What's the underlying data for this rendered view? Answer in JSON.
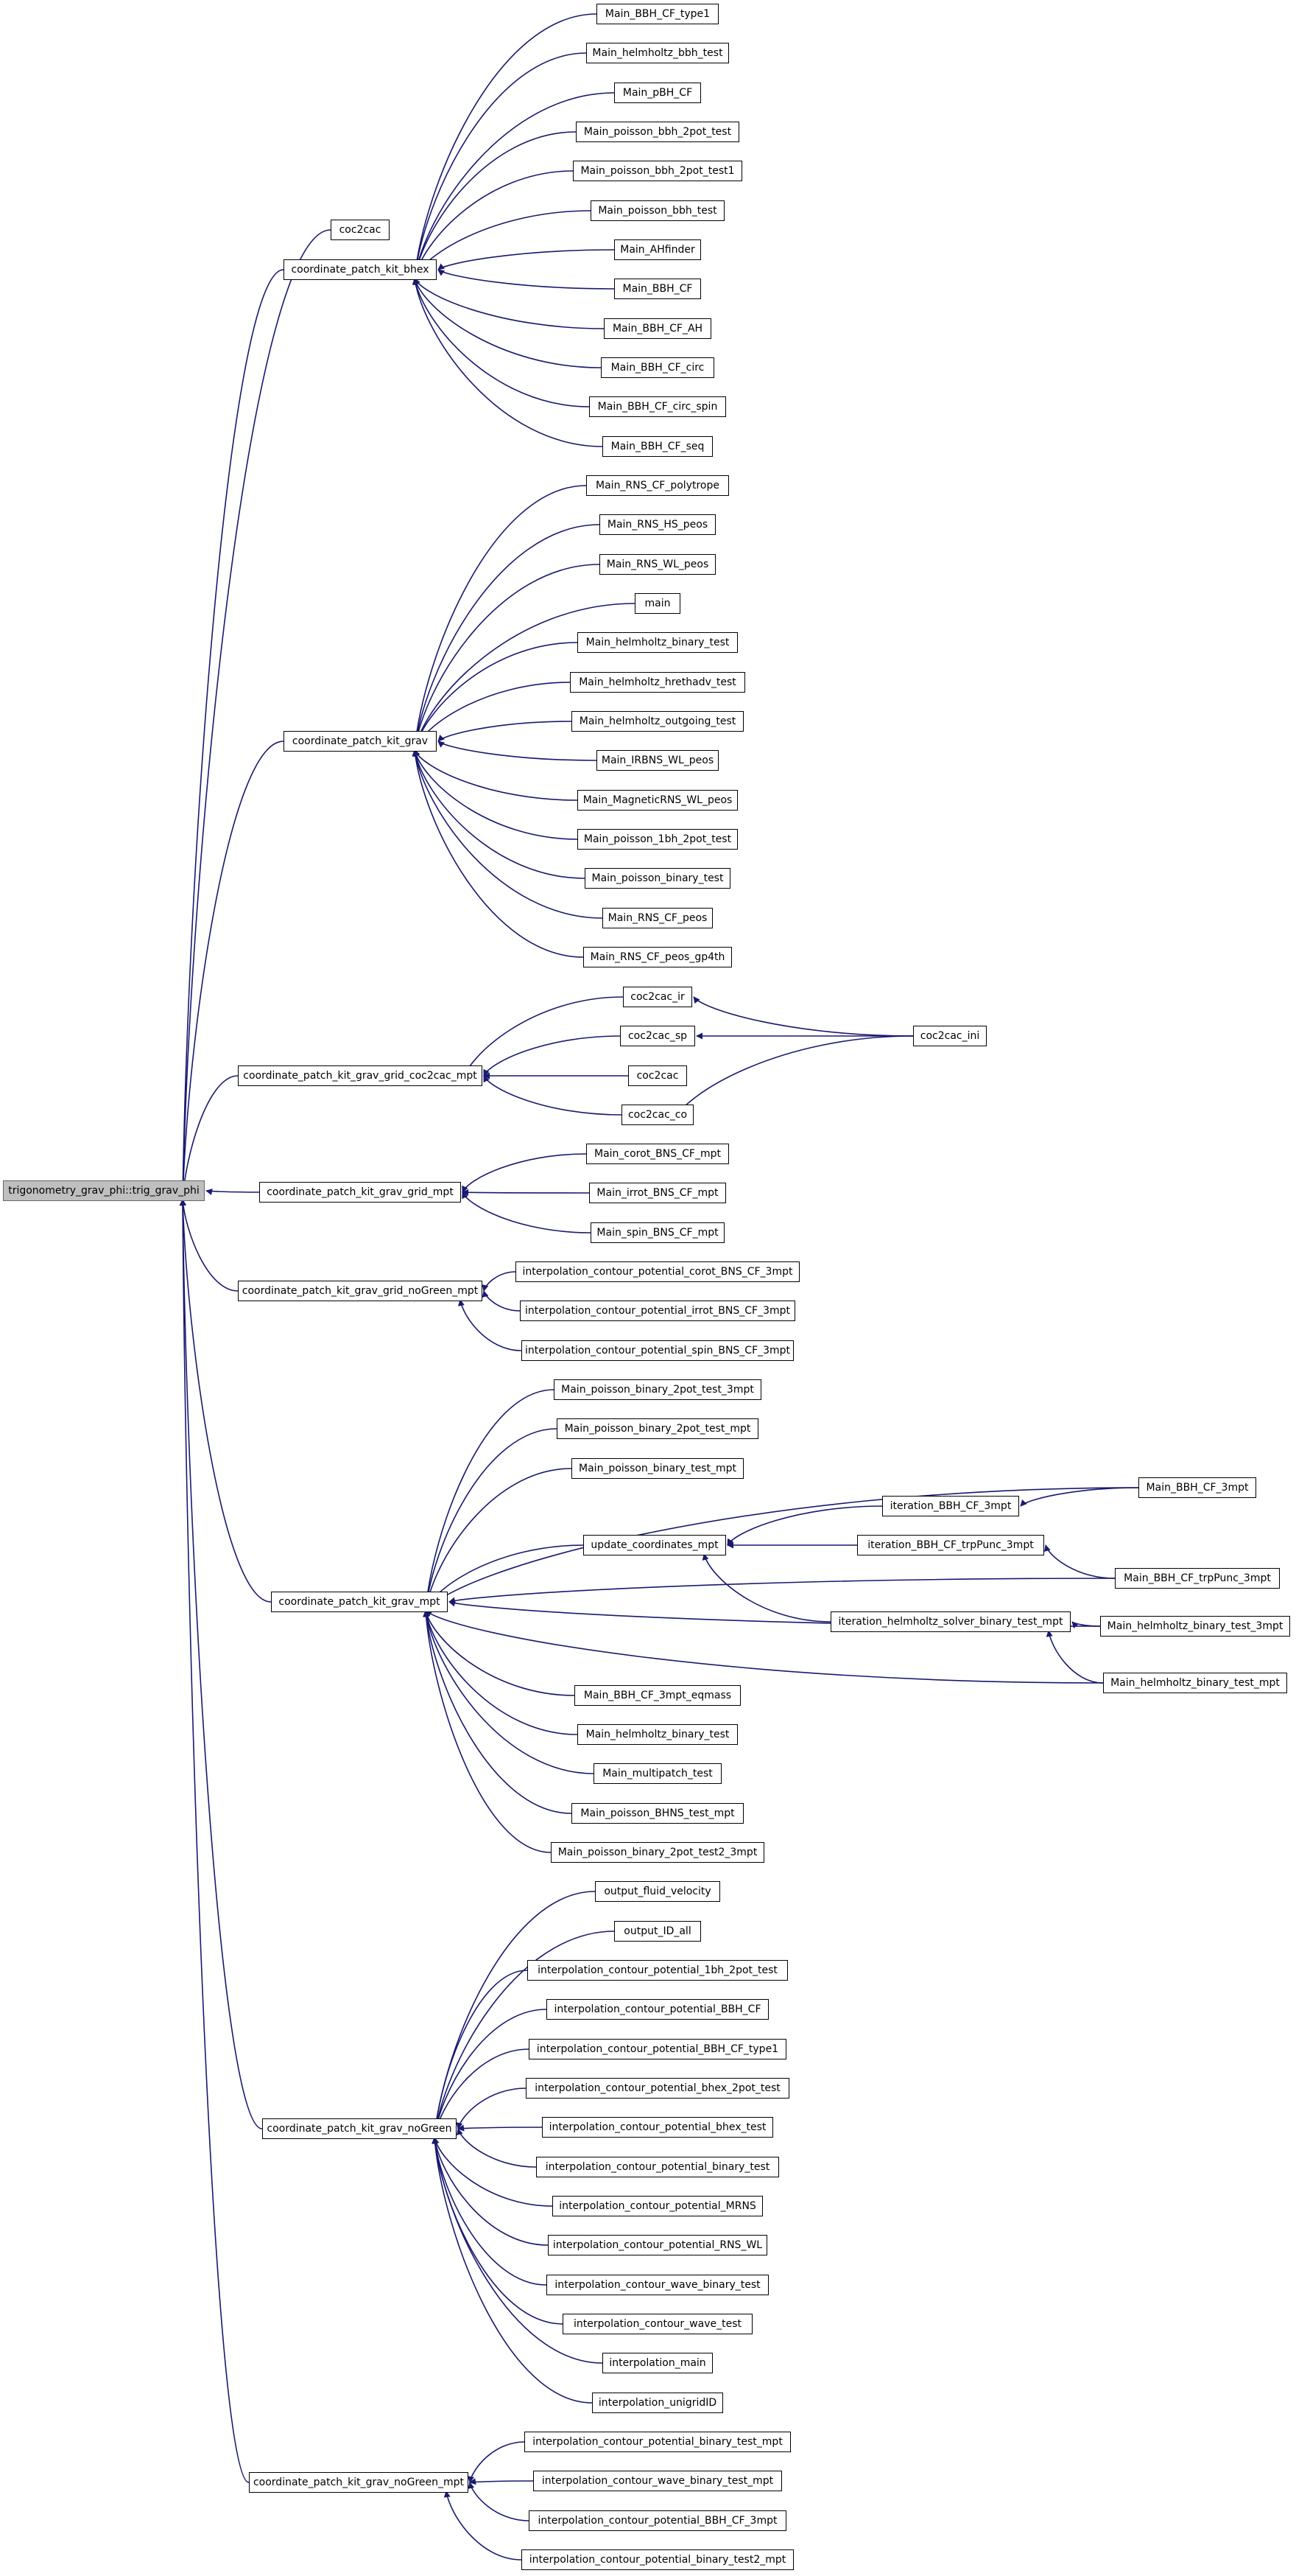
{
  "colors": {
    "edge": "#191970",
    "root_fill": "#bfbfbf",
    "node_fill": "#ffffff"
  },
  "nodes": {
    "root": "trigonometry_grav_phi::trig_grav_phi",
    "coc2cac_top": "coc2cac",
    "cpk_bhex": "coordinate_patch_kit_bhex",
    "bhex_type1": "Main_BBH_CF_type1",
    "bhex_helm_bbh": "Main_helmholtz_bbh_test",
    "bhex_pBH": "Main_pBH_CF",
    "bhex_poisson_2pot": "Main_poisson_bbh_2pot_test",
    "bhex_poisson_2pot1": "Main_poisson_bbh_2pot_test1",
    "bhex_poisson_bbh": "Main_poisson_bbh_test",
    "bhex_ahfinder": "Main_AHfinder",
    "bhex_bbh_cf": "Main_BBH_CF",
    "bhex_bbh_ah": "Main_BBH_CF_AH",
    "bhex_bbh_circ": "Main_BBH_CF_circ",
    "bhex_bbh_circ_spin": "Main_BBH_CF_circ_spin",
    "bhex_bbh_seq": "Main_BBH_CF_seq",
    "cpk_grav": "coordinate_patch_kit_grav",
    "grav_rns_poly": "Main_RNS_CF_polytrope",
    "grav_rns_hs": "Main_RNS_HS_peos",
    "grav_rns_wl": "Main_RNS_WL_peos",
    "grav_main": "main",
    "grav_helm_binary": "Main_helmholtz_binary_test",
    "grav_helm_hrethadv": "Main_helmholtz_hrethadv_test",
    "grav_helm_outgoing": "Main_helmholtz_outgoing_test",
    "grav_irbns": "Main_IRBNS_WL_peos",
    "grav_magnetic": "Main_MagneticRNS_WL_peos",
    "grav_poisson_1bh": "Main_poisson_1bh_2pot_test",
    "grav_poisson_binary": "Main_poisson_binary_test",
    "grav_rns_peos": "Main_RNS_CF_peos",
    "grav_rns_gp4th": "Main_RNS_CF_peos_gp4th",
    "cpk_coc2cac": "coordinate_patch_kit_grav_grid_coc2cac_mpt",
    "coc_ir": "coc2cac_ir",
    "coc_sp": "coc2cac_sp",
    "coc_plain": "coc2cac",
    "coc_co": "coc2cac_co",
    "coc_ini": "coc2cac_ini",
    "cpk_grid": "coordinate_patch_kit_grav_grid_mpt",
    "grid_corot": "Main_corot_BNS_CF_mpt",
    "grid_irrot": "Main_irrot_BNS_CF_mpt",
    "grid_spin": "Main_spin_BNS_CF_mpt",
    "cpk_grid_ng": "coordinate_patch_kit_grav_grid_noGreen_mpt",
    "gng_corot": "interpolation_contour_potential_corot_BNS_CF_3mpt",
    "gng_irrot": "interpolation_contour_potential_irrot_BNS_CF_3mpt",
    "gng_spin": "interpolation_contour_potential_spin_BNS_CF_3mpt",
    "cpk_mpt": "coordinate_patch_kit_grav_mpt",
    "mpt_p2pot3": "Main_poisson_binary_2pot_test_3mpt",
    "mpt_p2potm": "Main_poisson_binary_2pot_test_mpt",
    "mpt_pbm": "Main_poisson_binary_test_mpt",
    "mpt_bbh3": "Main_BBH_CF_3mpt",
    "mpt_update": "update_coordinates_mpt",
    "mpt_iter3": "iteration_BBH_CF_3mpt",
    "mpt_iter_trp": "iteration_BBH_CF_trpPunc_3mpt",
    "mpt_bbh_trp": "Main_BBH_CF_trpPunc_3mpt",
    "mpt_iter_helm": "iteration_helmholtz_solver_binary_test_mpt",
    "mpt_helm3": "Main_helmholtz_binary_test_3mpt",
    "mpt_helmm": "Main_helmholtz_binary_test_mpt",
    "mpt_eqmass": "Main_BBH_CF_3mpt_eqmass",
    "mpt_helm_binary": "Main_helmholtz_binary_test",
    "mpt_multipatch": "Main_multipatch_test",
    "mpt_bhns": "Main_poisson_BHNS_test_mpt",
    "mpt_p2pot2_3": "Main_poisson_binary_2pot_test2_3mpt",
    "cpk_ng": "coordinate_patch_kit_grav_noGreen",
    "ng_fluid": "output_fluid_velocity",
    "ng_idall": "output_ID_all",
    "ng_1bh": "interpolation_contour_potential_1bh_2pot_test",
    "ng_bbhcf": "interpolation_contour_potential_BBH_CF",
    "ng_bbhcf1": "interpolation_contour_potential_BBH_CF_type1",
    "ng_bhex2pot": "interpolation_contour_potential_bhex_2pot_test",
    "ng_bhex": "interpolation_contour_potential_bhex_test",
    "ng_binary": "interpolation_contour_potential_binary_test",
    "ng_mrns": "interpolation_contour_potential_MRNS",
    "ng_rnswl": "interpolation_contour_potential_RNS_WL",
    "ng_wave_binary": "interpolation_contour_wave_binary_test",
    "ng_wave": "interpolation_contour_wave_test",
    "ng_main": "interpolation_main",
    "ng_unigrid": "interpolation_unigridID",
    "cpk_ng_mpt": "coordinate_patch_kit_grav_noGreen_mpt",
    "ngm_binary_mpt": "interpolation_contour_potential_binary_test_mpt",
    "ngm_wave_mpt": "interpolation_contour_wave_binary_test_mpt",
    "ngm_bbh3": "interpolation_contour_potential_BBH_CF_3mpt",
    "ngm_binary2": "interpolation_contour_potential_binary_test2_mpt"
  },
  "edges": [
    [
      "coc2cac_top",
      "root"
    ],
    [
      "cpk_bhex",
      "root"
    ],
    [
      "cpk_grav",
      "root"
    ],
    [
      "cpk_coc2cac",
      "root"
    ],
    [
      "cpk_grid",
      "root"
    ],
    [
      "cpk_grid_ng",
      "root"
    ],
    [
      "cpk_mpt",
      "root"
    ],
    [
      "cpk_ng",
      "root"
    ],
    [
      "cpk_ng_mpt",
      "root"
    ],
    [
      "bhex_type1",
      "cpk_bhex"
    ],
    [
      "bhex_helm_bbh",
      "cpk_bhex"
    ],
    [
      "bhex_pBH",
      "cpk_bhex"
    ],
    [
      "bhex_poisson_2pot",
      "cpk_bhex"
    ],
    [
      "bhex_poisson_2pot1",
      "cpk_bhex"
    ],
    [
      "bhex_poisson_bbh",
      "cpk_bhex"
    ],
    [
      "bhex_ahfinder",
      "cpk_bhex"
    ],
    [
      "bhex_bbh_cf",
      "cpk_bhex"
    ],
    [
      "bhex_bbh_ah",
      "cpk_bhex"
    ],
    [
      "bhex_bbh_circ",
      "cpk_bhex"
    ],
    [
      "bhex_bbh_circ_spin",
      "cpk_bhex"
    ],
    [
      "bhex_bbh_seq",
      "cpk_bhex"
    ],
    [
      "grav_rns_poly",
      "cpk_grav"
    ],
    [
      "grav_rns_hs",
      "cpk_grav"
    ],
    [
      "grav_rns_wl",
      "cpk_grav"
    ],
    [
      "grav_main",
      "cpk_grav"
    ],
    [
      "grav_helm_binary",
      "cpk_grav"
    ],
    [
      "grav_helm_hrethadv",
      "cpk_grav"
    ],
    [
      "grav_helm_outgoing",
      "cpk_grav"
    ],
    [
      "grav_irbns",
      "cpk_grav"
    ],
    [
      "grav_magnetic",
      "cpk_grav"
    ],
    [
      "grav_poisson_1bh",
      "cpk_grav"
    ],
    [
      "grav_poisson_binary",
      "cpk_grav"
    ],
    [
      "grav_rns_peos",
      "cpk_grav"
    ],
    [
      "grav_rns_gp4th",
      "cpk_grav"
    ],
    [
      "coc_ir",
      "cpk_coc2cac"
    ],
    [
      "coc_sp",
      "cpk_coc2cac"
    ],
    [
      "coc_plain",
      "cpk_coc2cac"
    ],
    [
      "coc_co",
      "cpk_coc2cac"
    ],
    [
      "coc_ini",
      "coc_ir"
    ],
    [
      "coc_ini",
      "coc_sp"
    ],
    [
      "coc_ini",
      "coc_co"
    ],
    [
      "grid_corot",
      "cpk_grid"
    ],
    [
      "grid_irrot",
      "cpk_grid"
    ],
    [
      "grid_spin",
      "cpk_grid"
    ],
    [
      "gng_corot",
      "cpk_grid_ng"
    ],
    [
      "gng_irrot",
      "cpk_grid_ng"
    ],
    [
      "gng_spin",
      "cpk_grid_ng"
    ],
    [
      "mpt_p2pot3",
      "cpk_mpt"
    ],
    [
      "mpt_p2potm",
      "cpk_mpt"
    ],
    [
      "mpt_pbm",
      "cpk_mpt"
    ],
    [
      "mpt_bbh3",
      "cpk_mpt"
    ],
    [
      "mpt_update",
      "cpk_mpt"
    ],
    [
      "mpt_bbh_trp",
      "cpk_mpt"
    ],
    [
      "mpt_helm3",
      "cpk_mpt"
    ],
    [
      "mpt_helmm",
      "cpk_mpt"
    ],
    [
      "mpt_eqmass",
      "cpk_mpt"
    ],
    [
      "mpt_helm_binary",
      "cpk_mpt"
    ],
    [
      "mpt_multipatch",
      "cpk_mpt"
    ],
    [
      "mpt_bhns",
      "cpk_mpt"
    ],
    [
      "mpt_p2pot2_3",
      "cpk_mpt"
    ],
    [
      "mpt_iter3",
      "mpt_update"
    ],
    [
      "mpt_iter_trp",
      "mpt_update"
    ],
    [
      "mpt_iter_helm",
      "mpt_update"
    ],
    [
      "mpt_bbh3",
      "mpt_iter3"
    ],
    [
      "mpt_bbh_trp",
      "mpt_iter_trp"
    ],
    [
      "mpt_helm3",
      "mpt_iter_helm"
    ],
    [
      "mpt_helmm",
      "mpt_iter_helm"
    ],
    [
      "ng_fluid",
      "cpk_ng"
    ],
    [
      "ng_idall",
      "cpk_ng"
    ],
    [
      "ng_1bh",
      "cpk_ng"
    ],
    [
      "ng_bbhcf",
      "cpk_ng"
    ],
    [
      "ng_bbhcf1",
      "cpk_ng"
    ],
    [
      "ng_bhex2pot",
      "cpk_ng"
    ],
    [
      "ng_bhex",
      "cpk_ng"
    ],
    [
      "ng_binary",
      "cpk_ng"
    ],
    [
      "ng_mrns",
      "cpk_ng"
    ],
    [
      "ng_rnswl",
      "cpk_ng"
    ],
    [
      "ng_wave_binary",
      "cpk_ng"
    ],
    [
      "ng_wave",
      "cpk_ng"
    ],
    [
      "ng_main",
      "cpk_ng"
    ],
    [
      "ng_unigrid",
      "cpk_ng"
    ],
    [
      "ngm_binary_mpt",
      "cpk_ng_mpt"
    ],
    [
      "ngm_wave_mpt",
      "cpk_ng_mpt"
    ],
    [
      "ngm_bbh3",
      "cpk_ng_mpt"
    ],
    [
      "ngm_binary2",
      "cpk_ng_mpt"
    ]
  ]
}
